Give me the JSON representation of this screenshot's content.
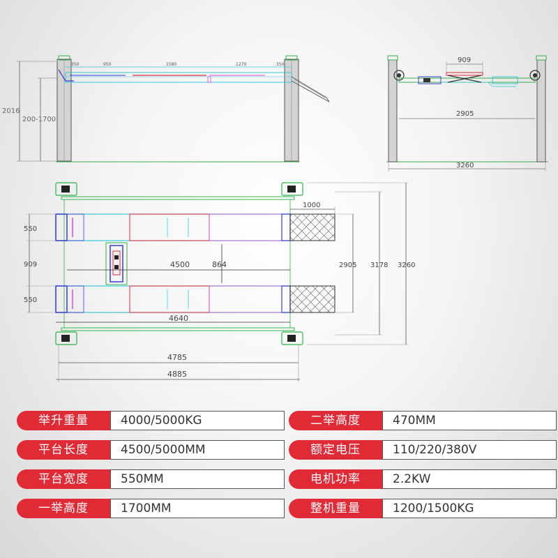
{
  "colors": {
    "accent_red": "#e02a36",
    "post_gray": "#d4d4d4",
    "cad_cyan": "#35c8d8",
    "cad_blue": "#3b3bd0",
    "cad_magenta": "#d84ad8",
    "cad_green": "#2fb14a",
    "dimension_gray": "#777777"
  },
  "side_view": {
    "total_height": "2016",
    "lift_height_range": "200-1700",
    "seg_1": "350",
    "seg_2": "950",
    "seg_3": "1580",
    "seg_4": "1270",
    "seg_5": "350"
  },
  "end_view": {
    "jack_width": "909",
    "inner_width": "2905",
    "outer_width": "3260"
  },
  "top_view": {
    "runway_width_top": "550",
    "gap_width": "909",
    "runway_width_bottom": "550",
    "platform_length": "4500",
    "jack_spacing": "864",
    "runway_length": "4640",
    "ramp_length": "1000",
    "inner_span": "2905",
    "mid_span": "3178",
    "outer_span": "3260",
    "post_inner_length": "4785",
    "post_outer_length": "4885"
  },
  "specs_left": [
    {
      "label": "举升重量",
      "value": "4000/5000KG"
    },
    {
      "label": "平台长度",
      "value": "4500/5000MM"
    },
    {
      "label": "平台宽度",
      "value": "550MM"
    },
    {
      "label": "一举高度",
      "value": "1700MM"
    }
  ],
  "specs_right": [
    {
      "label": "二举高度",
      "value": "470MM"
    },
    {
      "label": "额定电压",
      "value": "110/220/380V"
    },
    {
      "label": "电机功率",
      "value": "2.2KW"
    },
    {
      "label": "整机重量",
      "value": "1200/1500KG"
    }
  ]
}
